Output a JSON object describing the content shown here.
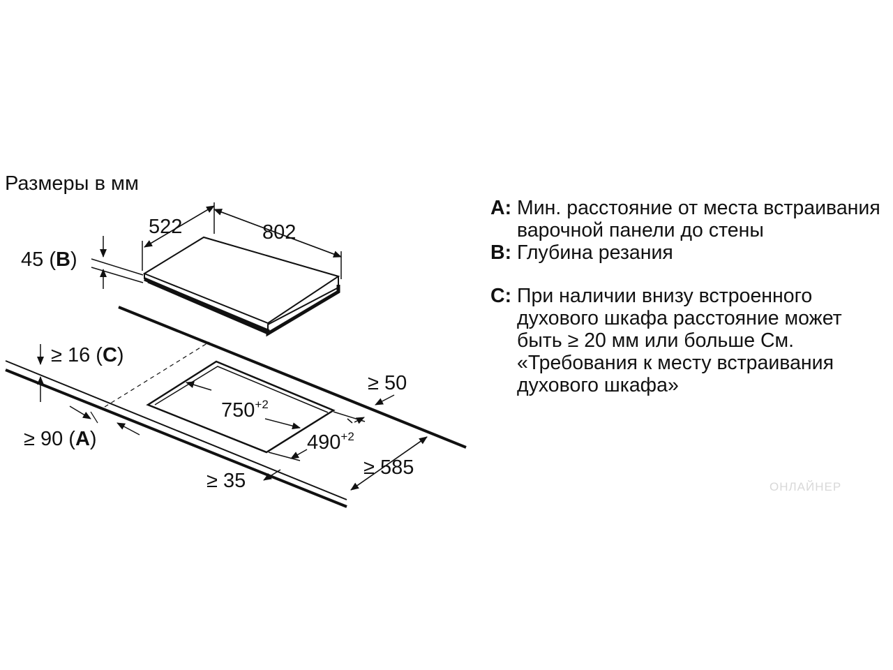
{
  "diagram": {
    "title": "Размеры в мм",
    "dimensions": {
      "hob_width": "802",
      "hob_depth": "522",
      "hob_height_value": "45",
      "hob_height_letter": "B",
      "above_gap_value": "≥ 16",
      "above_gap_letter": "C",
      "cutout_width": "750",
      "cutout_width_tol": "+2",
      "cutout_depth": "490",
      "cutout_depth_tol": "+2",
      "back_min": "≥ 50",
      "front_min": "≥ 90",
      "front_min_letter": "A",
      "side_min": "≥ 35",
      "worktop_depth_min": "≥ 585"
    }
  },
  "legend": [
    {
      "key": "A:",
      "text": "Мин. расстояние от места встраивания варочной панели до стены"
    },
    {
      "key": "B:",
      "text": "Глубина резания"
    },
    {
      "key": "C:",
      "text": "При наличии внизу встроенного духового шкафа расстояние может быть ≥ 20 мм или больше См. «Требования к месту встраивания духового шкафа»"
    }
  ],
  "watermark": "ОНЛАЙНЕР"
}
